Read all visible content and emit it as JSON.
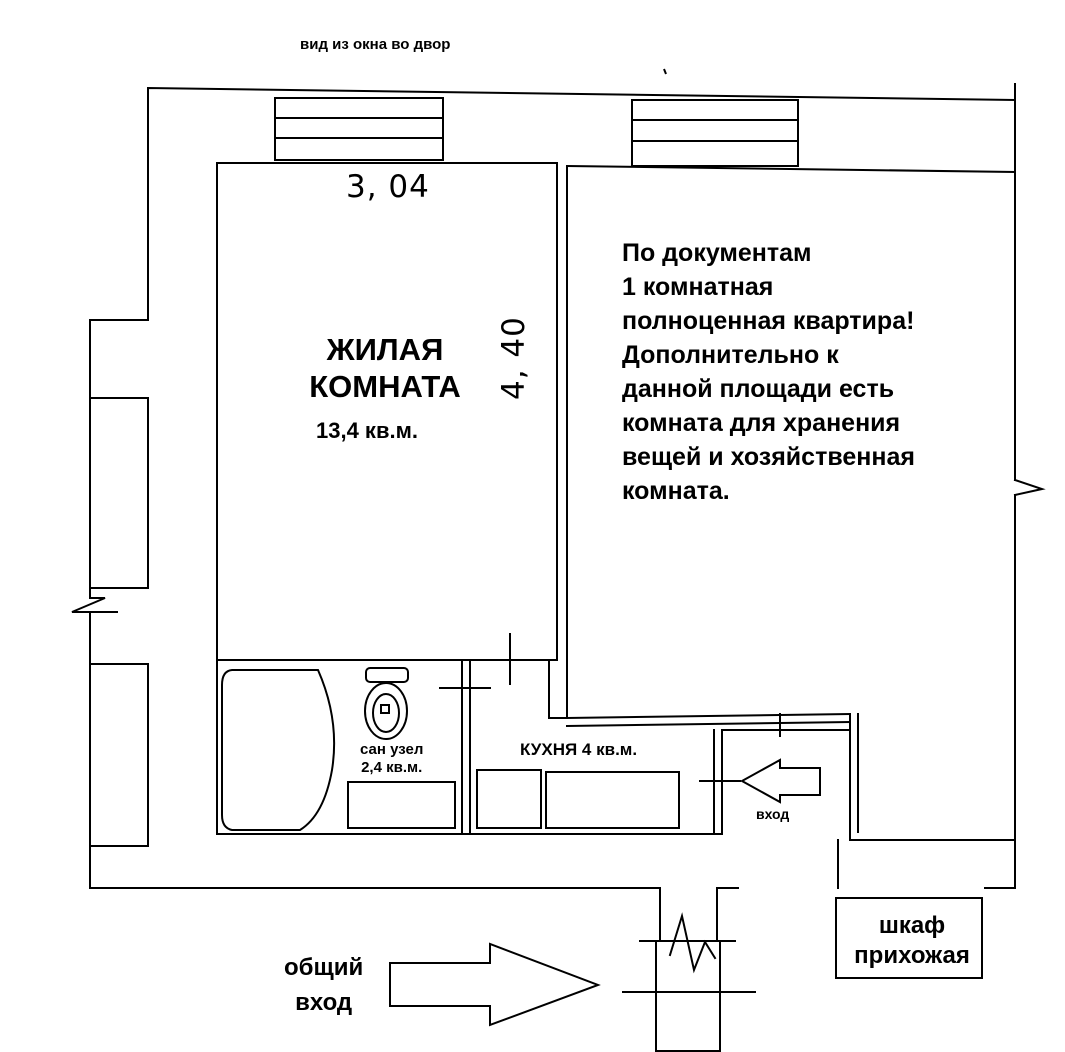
{
  "caption_top": "вид из окна во двор",
  "living_room": {
    "name_line1": "ЖИЛАЯ",
    "name_line2": "КОМНАТА",
    "area": "13,4 кв.м."
  },
  "dimensions": {
    "width": "3, 04",
    "length": "4, 40"
  },
  "note_lines": [
    "По документам",
    "1 комнатная",
    "полноценная квартира!",
    "Дополнительно к",
    "данной площади есть",
    "комната для хранения",
    "вещей и хозяйственная",
    "комната."
  ],
  "bathroom": {
    "name": "сан узел",
    "area": "2,4 кв.м."
  },
  "kitchen": "КУХНЯ 4 кв.м.",
  "entry": "вход",
  "common_entry_line1": "общий",
  "common_entry_line2": "вход",
  "closet_line1": "шкаф",
  "closet_line2": "прихожая",
  "colors": {
    "lines": "#000000",
    "background": "#ffffff"
  },
  "icons": [
    "toilet-icon",
    "bathtub-icon",
    "arrow-left-icon",
    "arrow-right-icon"
  ]
}
